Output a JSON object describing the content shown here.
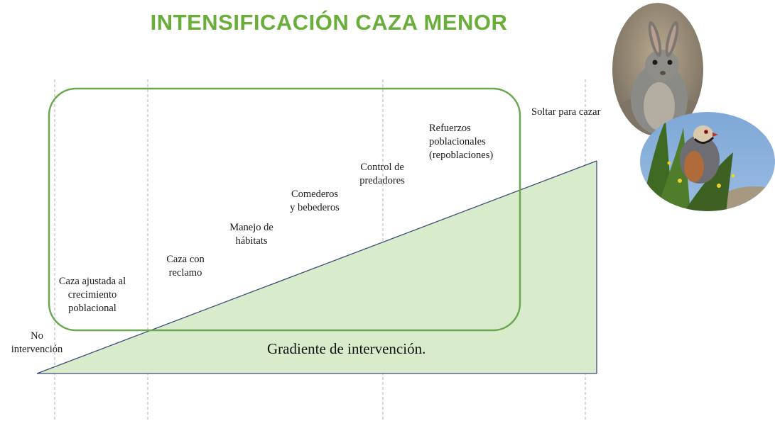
{
  "title": "INTENSIFICACIÓN CAZA MENOR",
  "gradient_label": "Gradiente de intervención.",
  "stages": [
    {
      "line1": "No",
      "line2": "intervención",
      "line3": ""
    },
    {
      "line1": "Caza ajustada al",
      "line2": "crecimiento",
      "line3": "poblacional"
    },
    {
      "line1": "Caza con",
      "line2": "reclamo",
      "line3": ""
    },
    {
      "line1": "Manejo de",
      "line2": "hábitats",
      "line3": ""
    },
    {
      "line1": "Comederos",
      "line2": "y bebederos",
      "line3": ""
    },
    {
      "line1": "Control de",
      "line2": "predadores",
      "line3": ""
    },
    {
      "line1": "Refuerzos",
      "line2": "poblacionales",
      "line3": "(repoblaciones)"
    },
    {
      "line1": "Soltar para cazar",
      "line2": "",
      "line3": ""
    }
  ],
  "colors": {
    "title": "#6aae3a",
    "triangle_fill": "#d8eccb",
    "triangle_edge": "#3b4d7a",
    "box_stroke": "#6aa84f",
    "divider": "#b0b0b0"
  },
  "images": [
    "rabbit-photo",
    "partridge-photo"
  ]
}
